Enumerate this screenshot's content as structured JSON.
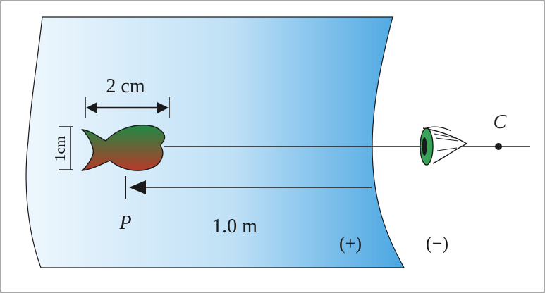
{
  "labels": {
    "fish_width": "2 cm",
    "fish_height": "1cm",
    "point_p": "P",
    "point_c": "C",
    "distance": "1.0 m",
    "sign_inside": "(+)",
    "sign_outside": "(−)"
  },
  "colors": {
    "frame": "#a8a8a8",
    "water_light": "#eef7fd",
    "water_dark": "#4aa6e2",
    "fish_top": "#1f8a45",
    "fish_bottom": "#b8392a",
    "eye_lens": "#3aa35a",
    "ink": "#1a1a1a"
  },
  "icons": {
    "fish": "fish-icon",
    "eye": "eye-icon"
  }
}
